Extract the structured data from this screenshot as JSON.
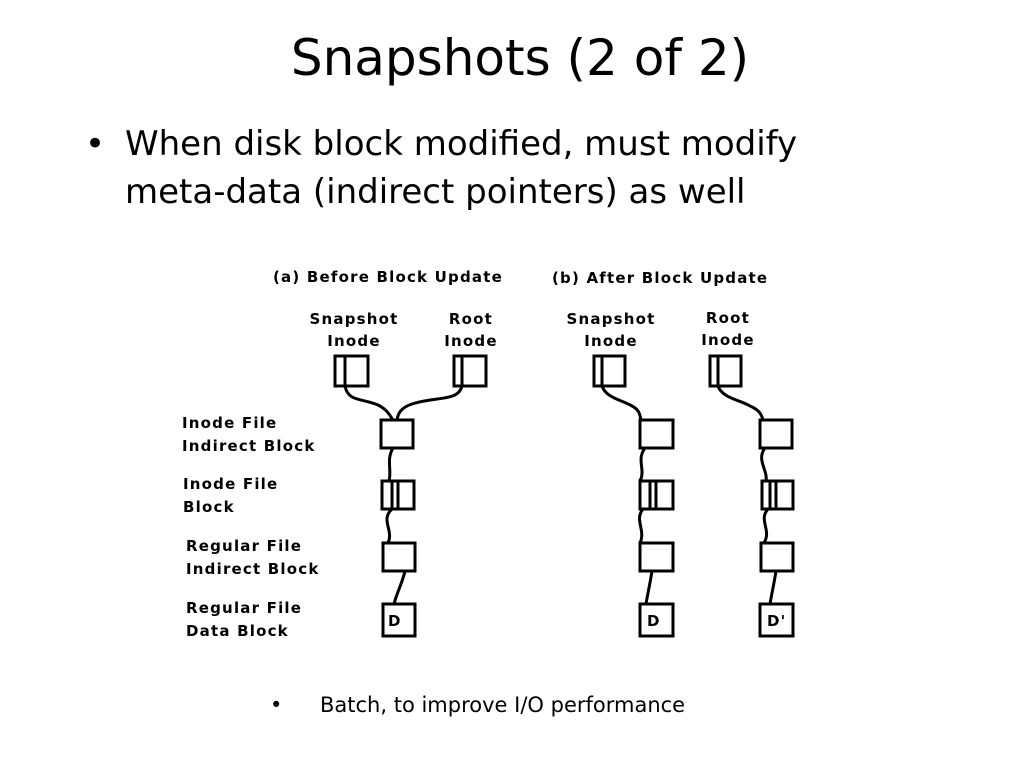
{
  "slide": {
    "title": "Snapshots (2 of 2)",
    "bullet_1": "When disk block modified, must modify meta-data (indirect pointers) as well",
    "bullet_2": "Batch, to improve I/O performance"
  },
  "diagram": {
    "panel_a_caption": "(a) Before Block Update",
    "panel_b_caption": "(b) After Block Update",
    "snapshot_inode_line1": "Snapshot",
    "snapshot_inode_line2": "Inode",
    "root_inode_line1": "Root",
    "root_inode_line2": "Inode",
    "levels": [
      {
        "line1": "Inode File",
        "line2": "Indirect Block"
      },
      {
        "line1": "Inode File",
        "line2": "Block"
      },
      {
        "line1": "Regular File",
        "line2": "Indirect Block"
      },
      {
        "line1": "Regular File",
        "line2": "Data Block"
      }
    ],
    "data_block_label": "D",
    "updated_data_block_label": "D'"
  }
}
